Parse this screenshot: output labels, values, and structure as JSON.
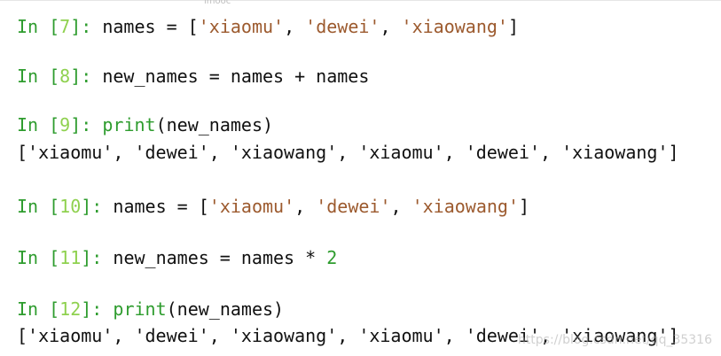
{
  "top_watermark": "imooc",
  "cells": [
    {
      "prompt_in": "In [",
      "num": "7",
      "prompt_end": "]:",
      "code": [
        {
          "t": " names = [",
          "c": "op"
        },
        {
          "t": "'xiaomu'",
          "c": "str"
        },
        {
          "t": ", ",
          "c": "op"
        },
        {
          "t": "'dewei'",
          "c": "str"
        },
        {
          "t": ", ",
          "c": "op"
        },
        {
          "t": "'xiaowang'",
          "c": "str"
        },
        {
          "t": "]",
          "c": "op"
        }
      ]
    },
    {
      "prompt_in": "In [",
      "num": "8",
      "prompt_end": "]:",
      "code": [
        {
          "t": " new_names = names + names",
          "c": "op"
        }
      ]
    },
    {
      "prompt_in": "In [",
      "num": "9",
      "prompt_end": "]:",
      "code": [
        {
          "t": " ",
          "c": "op"
        },
        {
          "t": "print",
          "c": "kw"
        },
        {
          "t": "(new_names)",
          "c": "op"
        }
      ],
      "output": "['xiaomu', 'dewei', 'xiaowang', 'xiaomu', 'dewei', 'xiaowang']"
    },
    {
      "prompt_in": "In [",
      "num": "10",
      "prompt_end": "]:",
      "code": [
        {
          "t": " names = [",
          "c": "op"
        },
        {
          "t": "'xiaomu'",
          "c": "str"
        },
        {
          "t": ", ",
          "c": "op"
        },
        {
          "t": "'dewei'",
          "c": "str"
        },
        {
          "t": ", ",
          "c": "op"
        },
        {
          "t": "'xiaowang'",
          "c": "str"
        },
        {
          "t": "]",
          "c": "op"
        }
      ]
    },
    {
      "prompt_in": "In [",
      "num": "11",
      "prompt_end": "]:",
      "code": [
        {
          "t": " new_names = names * ",
          "c": "op"
        },
        {
          "t": "2",
          "c": "kw"
        }
      ]
    },
    {
      "prompt_in": "In [",
      "num": "12",
      "prompt_end": "]:",
      "code": [
        {
          "t": " ",
          "c": "op"
        },
        {
          "t": "print",
          "c": "kw"
        },
        {
          "t": "(new_names)",
          "c": "op"
        }
      ],
      "output": "['xiaomu', 'dewei', 'xiaowang', 'xiaomu', 'dewei', 'xiaowang']"
    }
  ],
  "watermark": "https://blog.csdn.net/qq_35316"
}
